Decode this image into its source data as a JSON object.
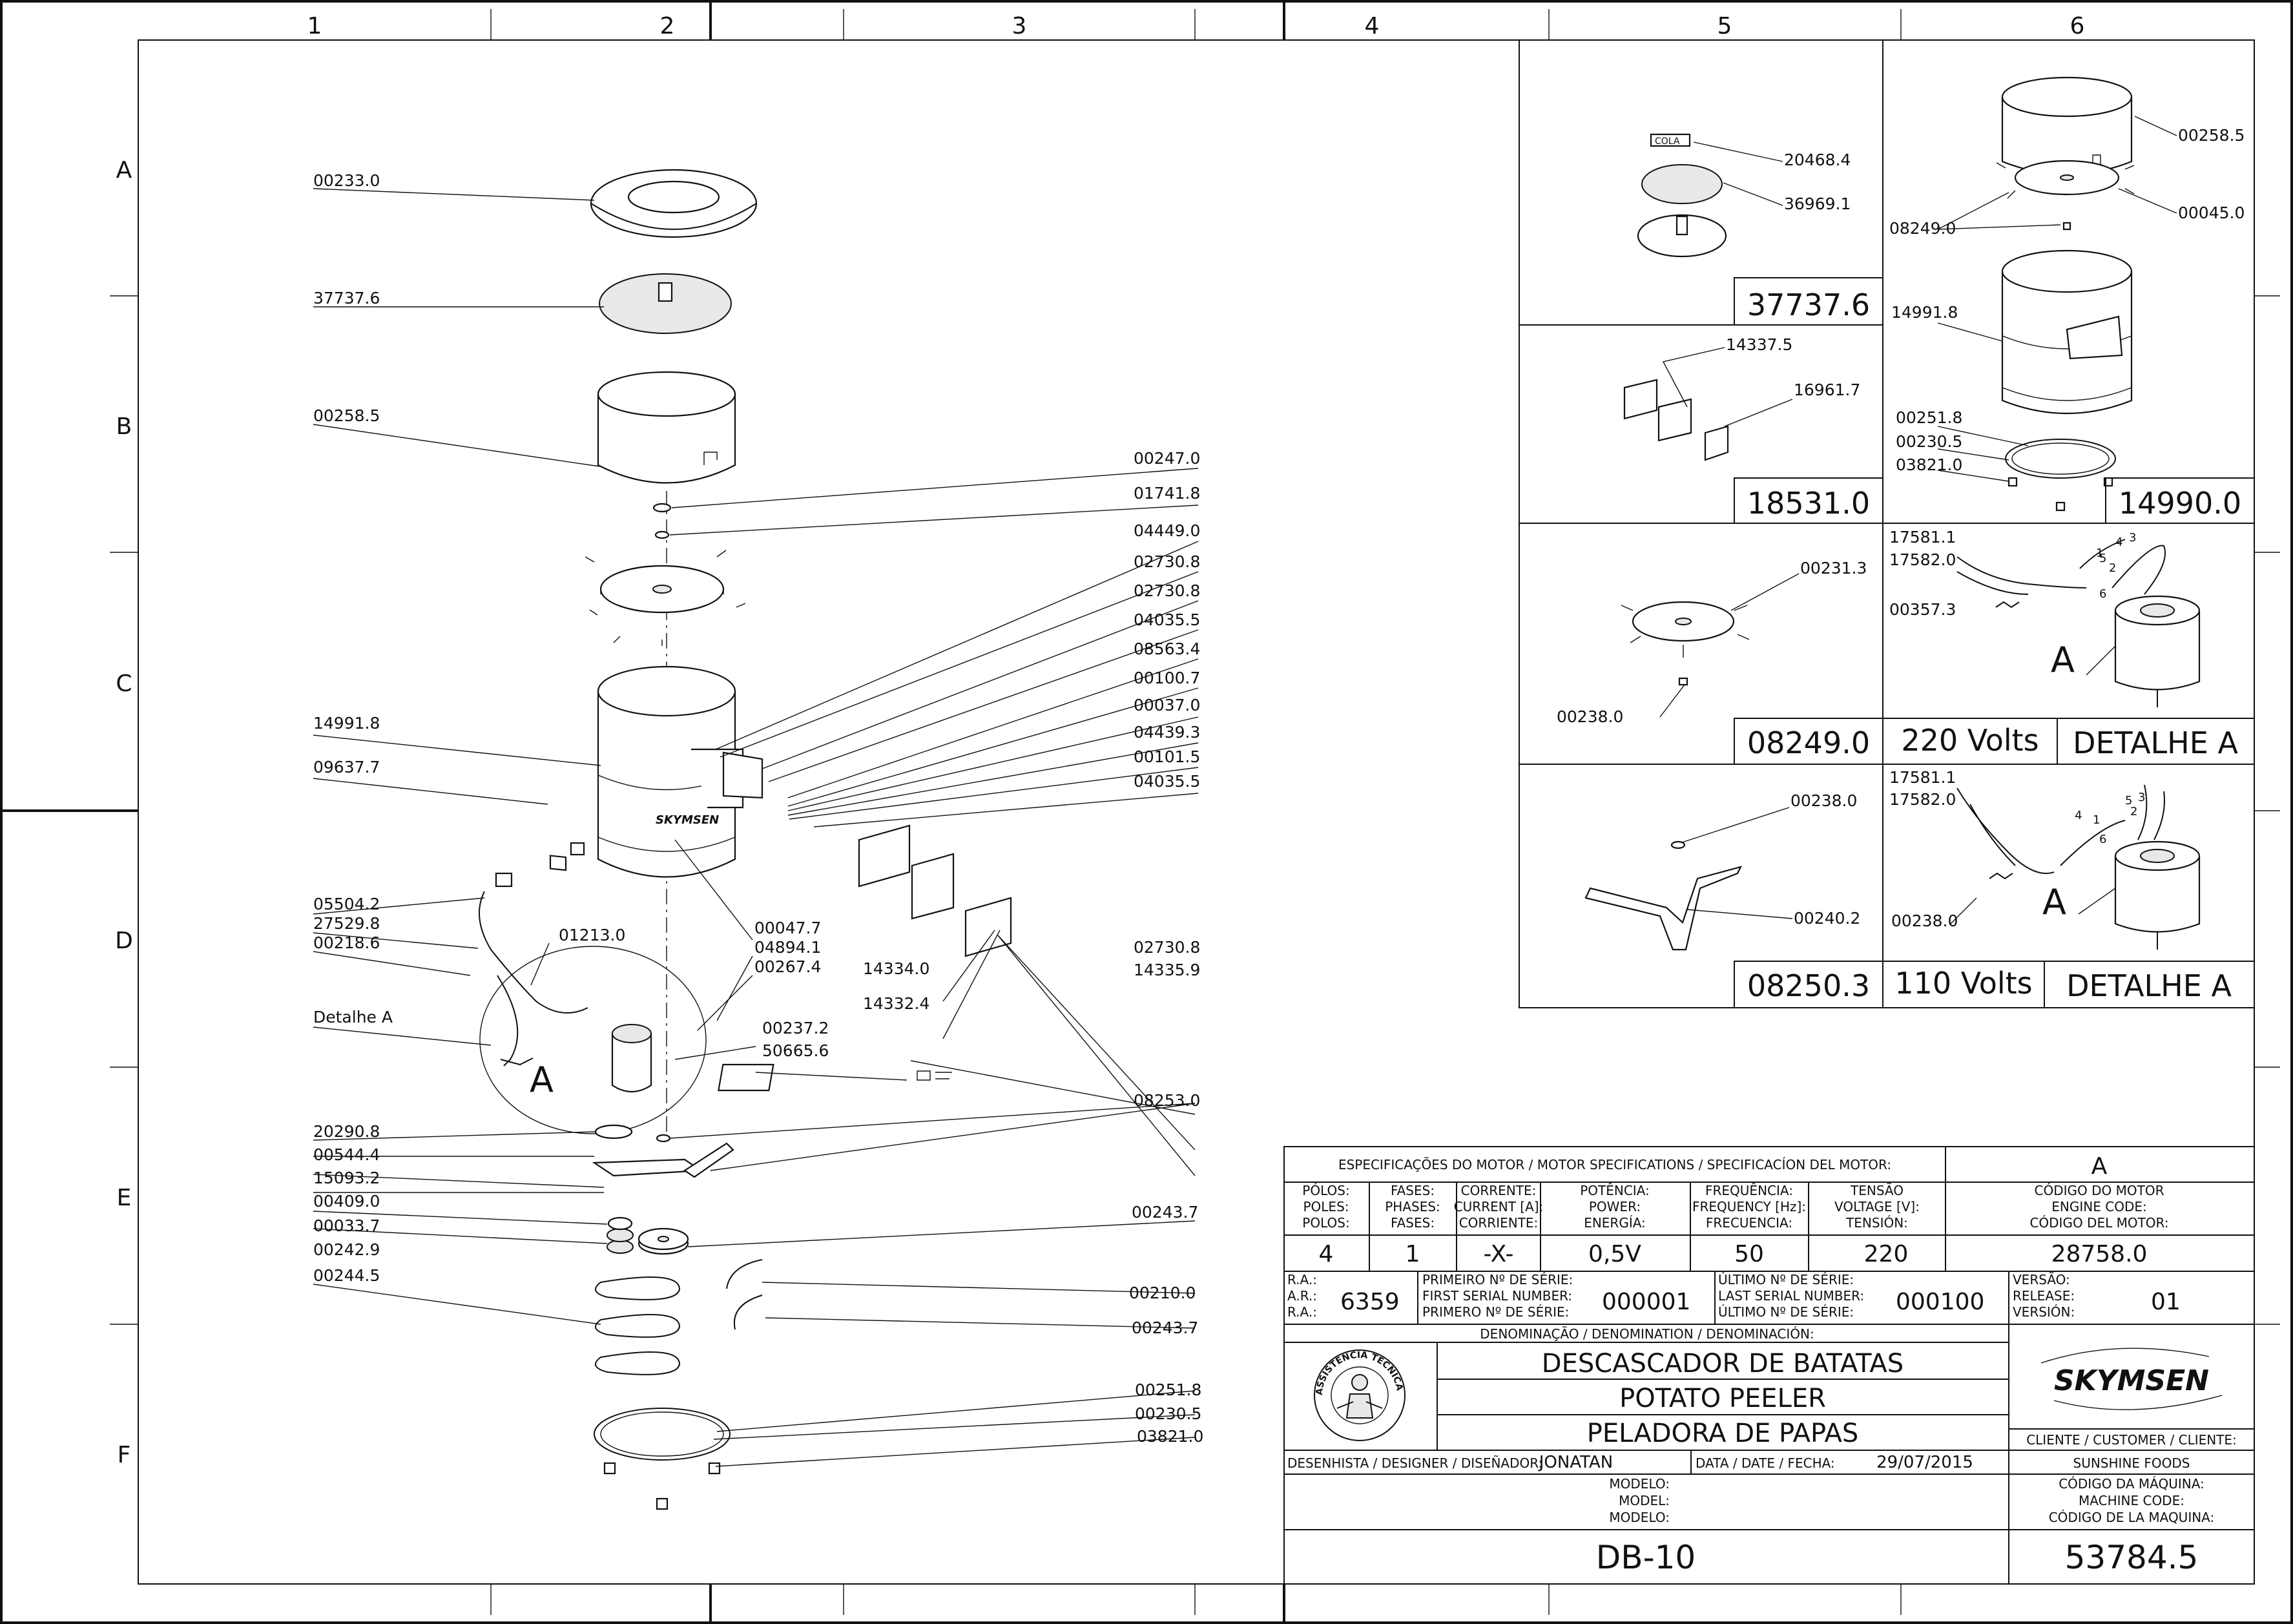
{
  "zones": {
    "columns": [
      "1",
      "2",
      "3",
      "4",
      "5",
      "6"
    ],
    "rows": [
      "A",
      "B",
      "C",
      "D",
      "E",
      "F"
    ]
  },
  "main_labels": {
    "lid": "00233.0",
    "grater_disc": "37737.6",
    "splash_guard": "00258.5",
    "washer_top": "00247.0",
    "nut_top": "01741.8",
    "c1": "04449.0",
    "c2": "02730.8",
    "c3": "02730.8",
    "c4": "04035.5",
    "c5": "08563.4",
    "c6": "00100.7",
    "c7": "00037.0",
    "c8": "04439.3",
    "c9": "00101.5",
    "c10": "04035.5",
    "body": "14991.8",
    "label_sticker": "09637.7",
    "logo_plate": "00047.7",
    "screw_a": "04894.1",
    "screw_b": "00267.4",
    "cable_a": "05504.2",
    "cable_b": "27529.8",
    "cable_c": "00218.6",
    "motor_cover": "01213.0",
    "detail_a": "Detalhe A",
    "detail_letter": "A",
    "part_00237": "00237.2",
    "part_50665": "50665.6",
    "door_a": "14334.0",
    "door_b": "14332.4",
    "door_c": "02730.8",
    "door_d": "14335.9",
    "ring": "20290.8",
    "bracket": "00544.4",
    "bolt": "15093.2",
    "washer": "00409.0",
    "nut": "00033.7",
    "pulley_small": "00242.9",
    "belts": "00244.5",
    "pulley_big": "00243.7",
    "spring_a": "00210.0",
    "spring_b": "00243.7",
    "plate_08253": "08253.0",
    "base_a": "00251.8",
    "base_b": "00230.5",
    "feet": "03821.0"
  },
  "detail_panels": [
    {
      "code": "37737.6",
      "labels": [
        "20468.4",
        "36969.1"
      ],
      "tag": "COLA"
    },
    {
      "code": "14990.0",
      "labels": [
        "00258.5",
        "00045.0",
        "08249.0",
        "14991.8",
        "00251.8",
        "00230.5",
        "03821.0"
      ]
    },
    {
      "code": "18531.0",
      "labels": [
        "14337.5",
        "16961.7"
      ]
    },
    {
      "code": "08249.0",
      "labels": [
        "00231.3",
        "00238.0"
      ]
    },
    {
      "code": "08250.3",
      "labels": [
        "00238.0",
        "00240.2"
      ]
    }
  ],
  "motor_details": [
    {
      "voltage": "220 Volts",
      "detail": "DETALHE A",
      "labels": [
        "17581.1",
        "17582.0",
        "00357.3"
      ],
      "letter": "A",
      "wires": [
        "1",
        "2",
        "3",
        "4",
        "5",
        "6"
      ]
    },
    {
      "voltage": "110 Volts",
      "detail": "DETALHE A",
      "labels": [
        "17581.1",
        "17582.0",
        "00238.0"
      ],
      "letter": "A",
      "wires": [
        "1",
        "2",
        "3",
        "4",
        "5",
        "6"
      ]
    }
  ],
  "title_block": {
    "spec_header": "ESPECIFICAÇÕES DO MOTOR / MOTOR SPECIFICATIONS / SPECIFICACÍON DEL MOTOR:",
    "rev_letter": "A",
    "headers": [
      {
        "l1": "PÓLOS:",
        "l2": "POLES:",
        "l3": "POLOS:"
      },
      {
        "l1": "FASES:",
        "l2": "PHASES:",
        "l3": "FASES:"
      },
      {
        "l1": "CORRENTE:",
        "l2": "CURRENT [A]:",
        "l3": "CORRIENTE:"
      },
      {
        "l1": "POTÊNCIA:",
        "l2": "POWER:",
        "l3": "ENERGÍA:"
      },
      {
        "l1": "FREQUÊNCIA:",
        "l2": "FREQUENCY [Hz]:",
        "l3": "FRECUENCIA:"
      },
      {
        "l1": "TENSÃO",
        "l2": "VOLTAGE [V]:",
        "l3": "TENSIÓN:"
      },
      {
        "l1": "CÓDIGO DO MOTOR",
        "l2": "ENGINE CODE:",
        "l3": "CÓDIGO DEL MOTOR:"
      }
    ],
    "values": [
      "4",
      "1",
      "-X-",
      "0,5V",
      "50",
      "220",
      "28758.0"
    ],
    "ra_labels": [
      "R.A.:",
      "A.R.:",
      "R.A.:"
    ],
    "ra_value": "6359",
    "first_serial_labels": [
      "PRIMEIRO Nº DE SÉRIE:",
      "FIRST SERIAL NUMBER:",
      "PRIMERO Nº DE SÉRIE:"
    ],
    "first_serial": "000001",
    "last_serial_labels": [
      "ÚLTIMO Nº DE SÉRIE:",
      "LAST SERIAL NUMBER:",
      "ÚLTIMO Nº DE SÉRIE:"
    ],
    "last_serial": "000100",
    "version_labels": [
      "VERSÃO:",
      "RELEASE:",
      "VERSIÓN:"
    ],
    "version": "01",
    "denomination_label": "DENOMINAÇÃO / DENOMINATION / DENOMINACIÓN:",
    "names": [
      "DESCASCADOR DE BATATAS",
      "POTATO PEELER",
      "PELADORA DE PAPAS"
    ],
    "seal_text": "ASSISTÊNCIA TÉCNICA AUTORIZADA",
    "brand": "SKYMSEN",
    "client_label": "CLIENTE / CUSTOMER / CLIENTE:",
    "client": "SUNSHINE FOODS",
    "designer_label": "DESENHISTA / DESIGNER / DISEÑADOR:",
    "designer": "JONATAN",
    "date_label": "DATA / DATE / FECHA:",
    "date": "29/07/2015",
    "model_labels": [
      "MODELO:",
      "MODEL:",
      "MODELO:"
    ],
    "machine_code_labels": [
      "CÓDIGO DA MÁQUINA:",
      "MACHINE CODE:",
      "CÓDIGO DE LA MAQUINA:"
    ],
    "model": "DB-10",
    "machine_code": "53784.5"
  }
}
